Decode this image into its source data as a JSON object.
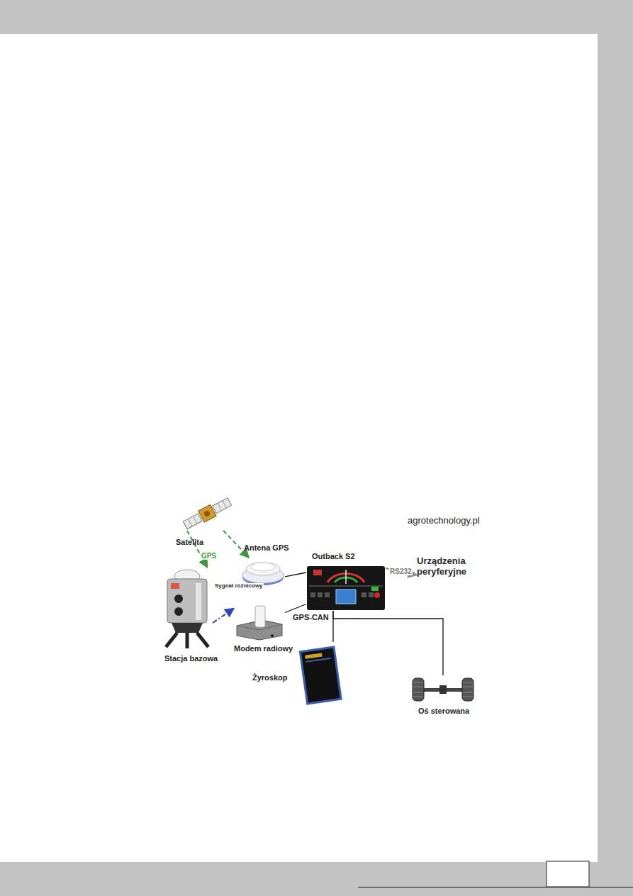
{
  "diagram": {
    "nodes": [
      {
        "text": [
          "Satelita"
        ]
      },
      {
        "text": [
          "Antena GPS"
        ]
      },
      {
        "text": [
          "Outback S2"
        ]
      },
      {
        "text": [
          "Urządzenia peryferyjne"
        ]
      },
      {
        "text": [
          "Stacja bazowa"
        ]
      },
      {
        "text": [
          "Modem radiowy"
        ]
      },
      {
        "text": [
          "Żyroskop"
        ]
      },
      {
        "text": [
          "Oś sterowana"
        ]
      }
    ],
    "edges": [
      {
        "from": 0,
        "to": 4,
        "arrow": "to",
        "label": "GPS"
      },
      {
        "from": 0,
        "to": 1,
        "arrow": "to"
      },
      {
        "from": 4,
        "to": 5,
        "arrow": "to",
        "label": "Sygnał różnicowy"
      },
      {
        "from": 1,
        "to": 2,
        "arrow": "none"
      },
      {
        "from": 5,
        "to": 2,
        "arrow": "none"
      },
      {
        "from": 2,
        "to": 3,
        "arrow": "to",
        "label": "RS232"
      },
      {
        "from": 2,
        "to": 6,
        "arrow": "none",
        "label": "GPS-CAN"
      },
      {
        "from": 2,
        "to": 7,
        "arrow": "none"
      }
    ],
    "labels": [
      "agrotechnology.pl"
    ]
  }
}
